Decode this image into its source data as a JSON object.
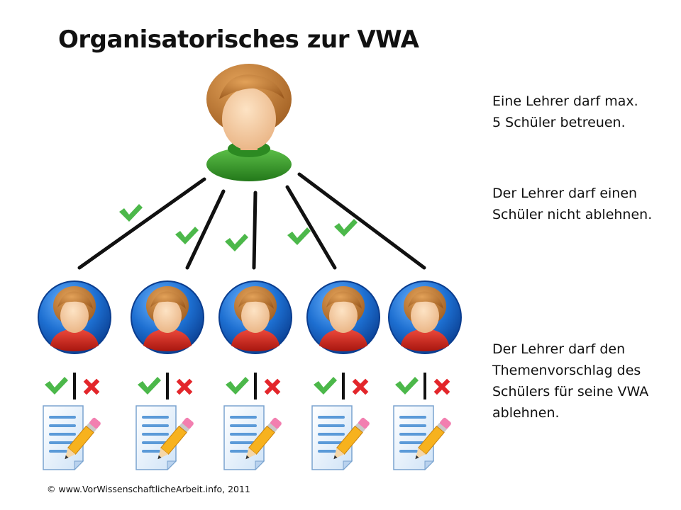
{
  "title": "Organisatorisches zur VWA",
  "rules": [
    {
      "text": "Eine  Lehrer darf max.\n5 Schüler betreuen."
    },
    {
      "text": "Der Lehrer darf einen\nSchüler nicht ablehnen."
    },
    {
      "text": "Der Lehrer darf den\nThemenvorschlag des\nSchülers für seine VWA\nablehnen."
    }
  ],
  "copyright": "© www.VorWissenschaftlicheArbeit.info,  2011",
  "colors": {
    "check": "#4cb84a",
    "cross": "#e3262b",
    "line": "#111111",
    "teacher_shirt": "#3d9a2e",
    "student_circle": "#1d6fd1",
    "student_shirt": "#d42a22",
    "hair": "#b7702a",
    "skin": "#f3c99b"
  },
  "icons": [
    "teacher-avatar-icon",
    "student-avatar-icon",
    "check-icon",
    "cross-icon",
    "document-pencil-icon"
  ],
  "students": [
    {
      "id": "1"
    },
    {
      "id": "2"
    },
    {
      "id": "3"
    },
    {
      "id": "4"
    },
    {
      "id": "5"
    }
  ]
}
